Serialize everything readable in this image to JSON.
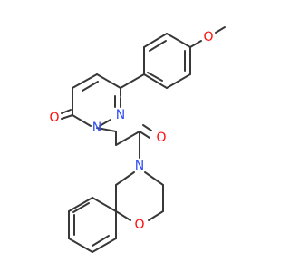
{
  "diagram": {
    "type": "skeletal-structure",
    "colors": {
      "bond": "#383838",
      "oxygen": "#ff0d0d",
      "nitrogen": "#3050f8"
    },
    "atoms": {
      "o_methoxy": "O",
      "o_carbonyl_ring": "O",
      "n_ring_1": "N",
      "n_ring_2": "N",
      "o_amide": "O",
      "n_morpholine": "N",
      "o_morpholine": "O"
    }
  }
}
